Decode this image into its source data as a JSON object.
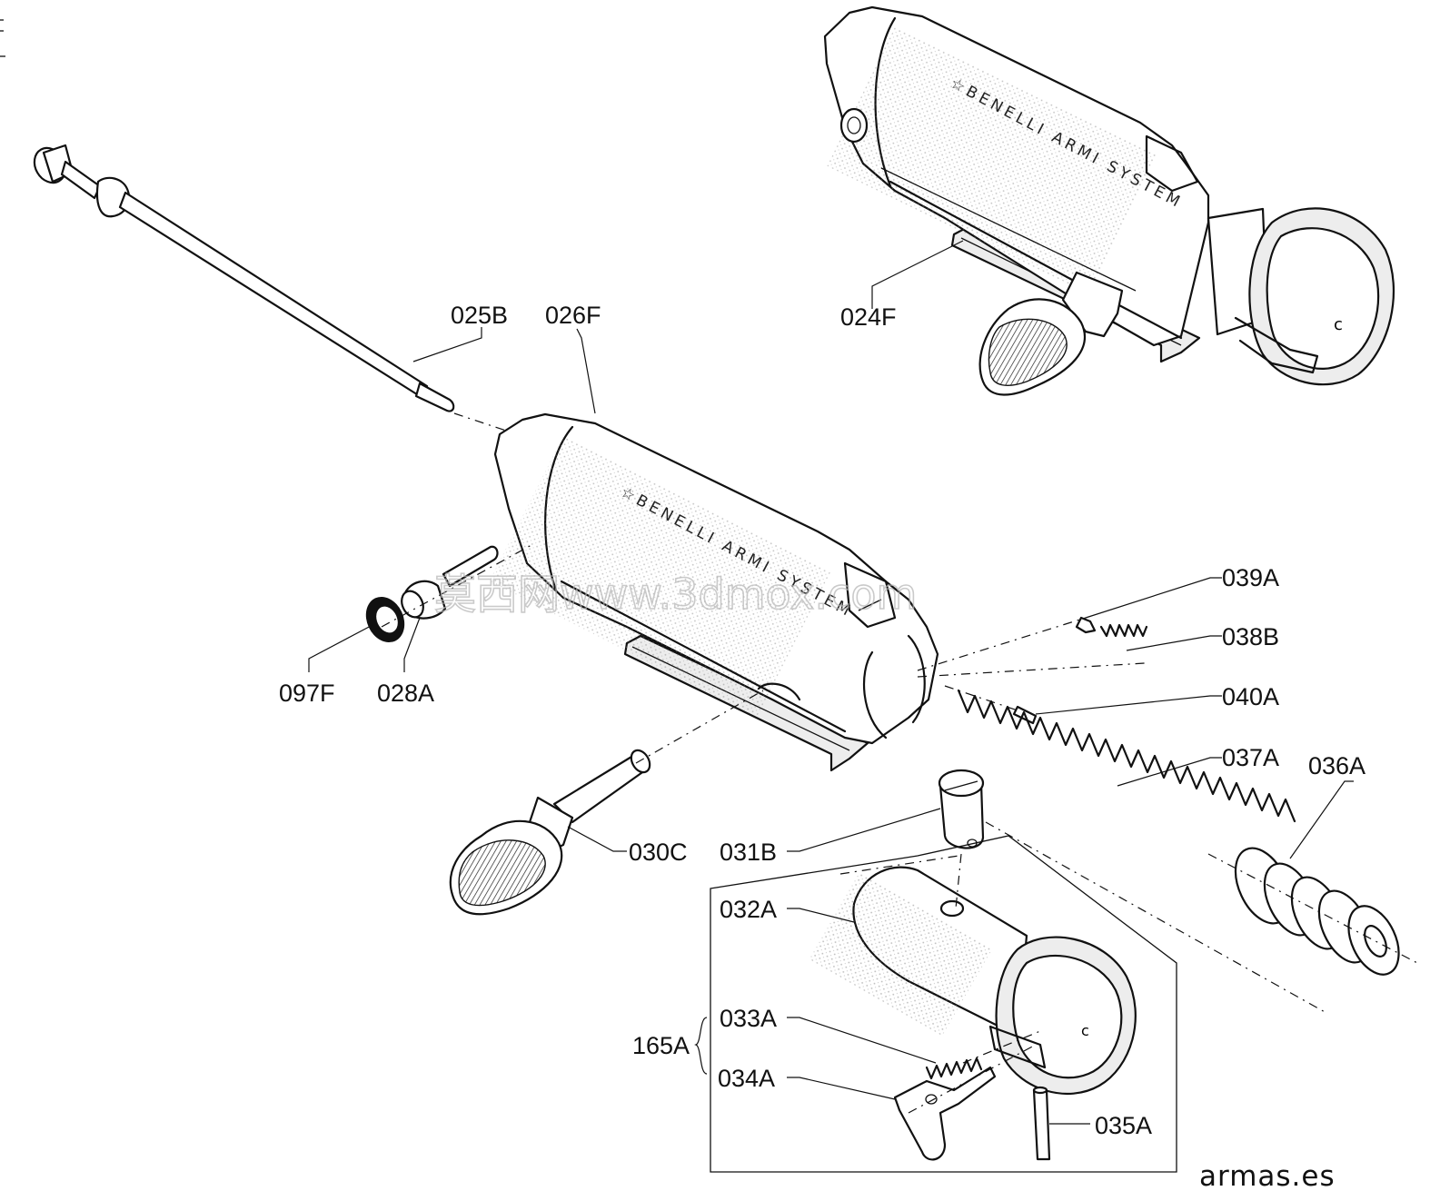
{
  "diagram": {
    "engravings": [
      "☆BENELLI  ARMI  SYSTEM",
      "☆BENELLI  ARMI  SYSTEM"
    ],
    "labels": [
      "025B",
      "026F",
      "024F",
      "039A",
      "038B",
      "040A",
      "037A",
      "036A",
      "097F",
      "028A",
      "030C",
      "031B",
      "032A",
      "165A",
      "033A",
      "034A",
      "035A"
    ],
    "watermark": "莫西网www.3dmox.com",
    "logo": "armas.es",
    "colors": {
      "ink": "#111111",
      "paper": "#ffffff",
      "watermark": "#b5b5b5"
    }
  }
}
